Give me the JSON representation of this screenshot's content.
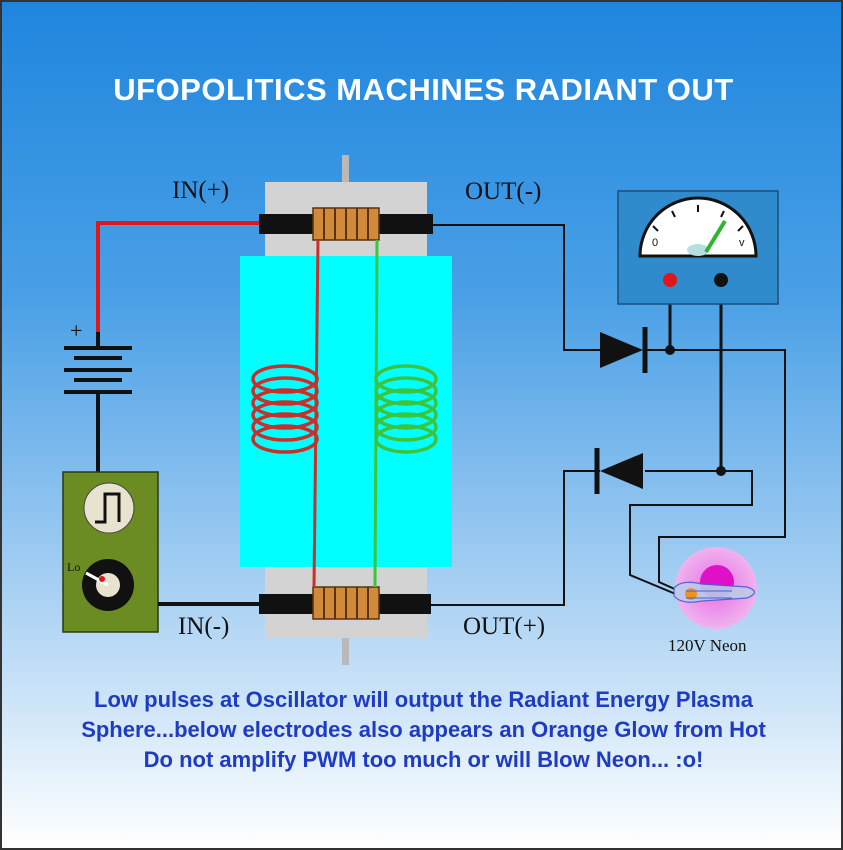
{
  "title": "UFOPOLITICS MACHINES RADIANT OUT",
  "labels": {
    "in_plus": "IN(+)",
    "in_minus": "IN(-)",
    "out_minus": "OUT(-)",
    "out_plus": "OUT(+)",
    "battery_plus": "+",
    "oscillator_lo": "Lo",
    "neon": "120V Neon",
    "meter_zero": "0",
    "meter_unit": "v"
  },
  "caption": [
    "Low pulses at Oscillator will output the Radiant Energy Plasma",
    "Sphere...below electrodes also appears an Orange Glow from Hot",
    "Do not amplify PWM too much or will Blow Neon... :o!"
  ],
  "colors": {
    "caption": "#1f3bc4",
    "positive_wire": "#e0161a",
    "red_coil": "#c9302c",
    "green_coil": "#3cc43c",
    "core": "#00ffff",
    "oscillator_board": "#6b8b23",
    "neon_glow": "#e8a0e6"
  }
}
